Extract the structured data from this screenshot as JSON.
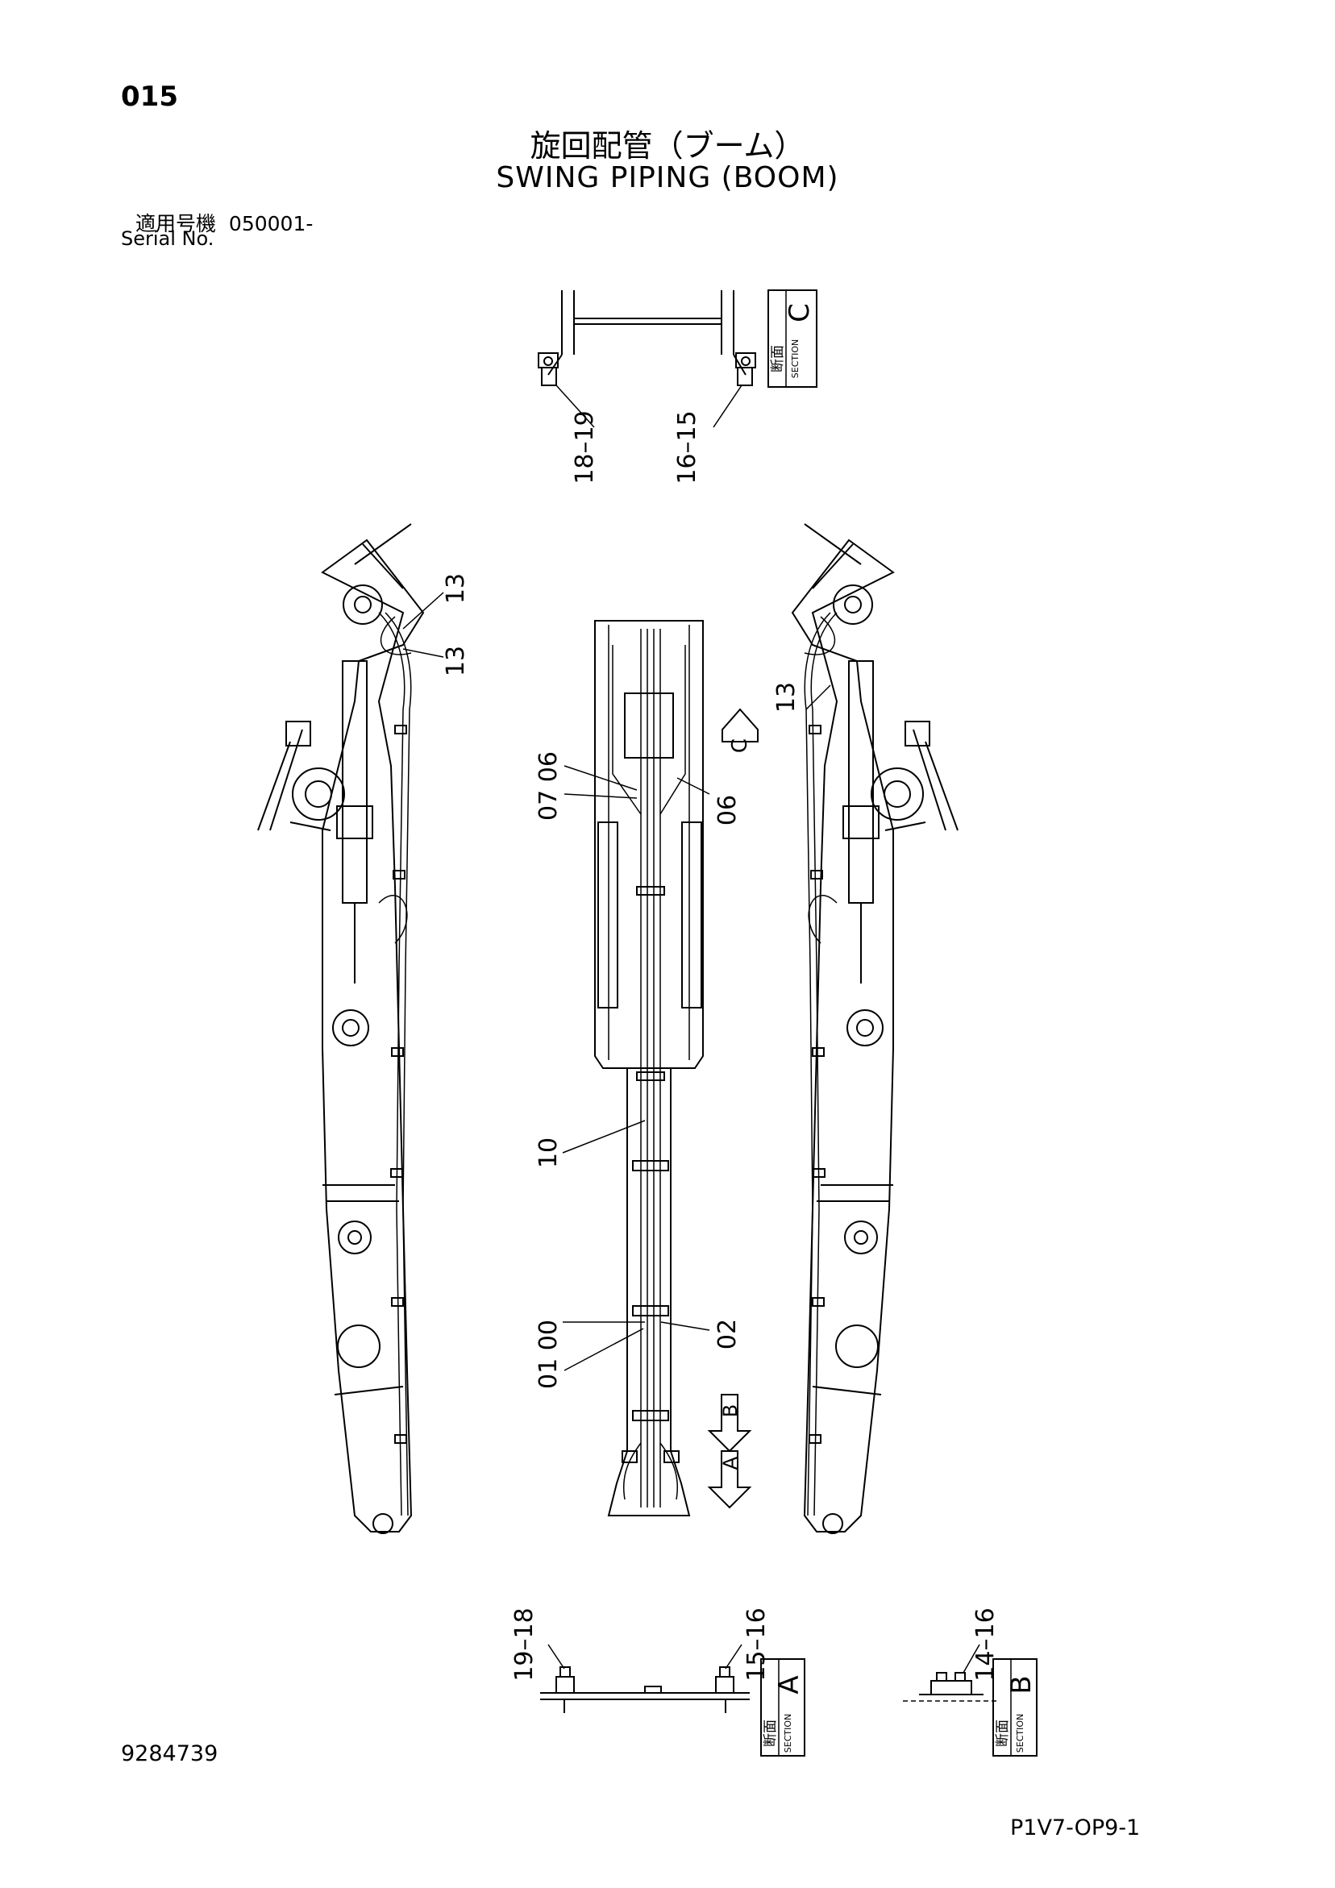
{
  "header": {
    "page_number": "015",
    "title_jp": "旋回配管（ブーム）",
    "title_en": "SWING PIPING (BOOM)",
    "serial_label_jp": "適用号機",
    "serial_value": "050001-",
    "serial_label_en": "Serial No."
  },
  "footer": {
    "drawing_number": "9284739",
    "page_code": "P1V7-OP9-1"
  },
  "sections": {
    "label_jp": "断面",
    "label_en": "SECTION",
    "section_a": "A",
    "section_b": "B",
    "section_c": "C"
  },
  "view_markers": {
    "a": "A",
    "b": "B",
    "c": "C"
  },
  "callouts": {
    "c_left": "18–19",
    "c_right": "16–15",
    "a_left": "19–18",
    "a_right": "15–16",
    "b_right": "14–16",
    "left_top1": "13",
    "left_top2": "13",
    "right_13": "13",
    "c_0706": "07 06",
    "c_06": "06",
    "c_10": "10",
    "c_0100": "01 00",
    "c_02": "02"
  }
}
